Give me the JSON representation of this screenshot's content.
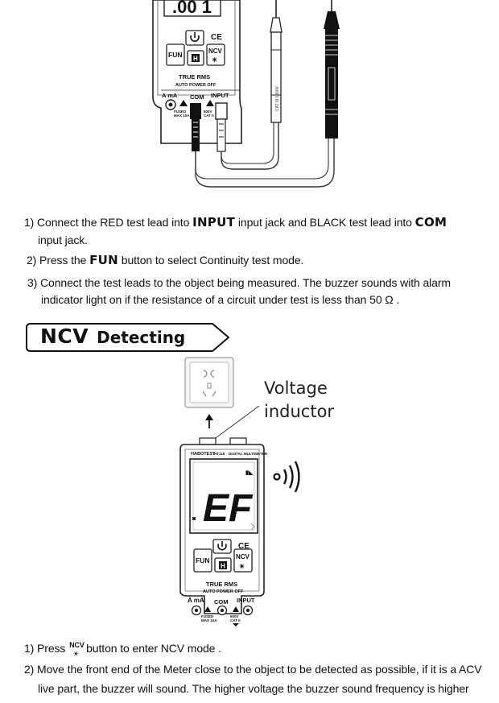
{
  "top_meter": {
    "button_fun": "FUN",
    "button_hold": "H",
    "button_ncv": "NCV",
    "ce_mark": "CE",
    "true_rms": "TRUE RMS",
    "auto_power_off": "AUTO POWER OFF",
    "jack_a_ma": "A  mA",
    "jack_com": "COM",
    "jack_input": "INPUT",
    "fused_label": "FUSED",
    "fused_rating": "MAX 10A",
    "cat_label": "600V",
    "cat_rating": "CAT II"
  },
  "continuity_steps": {
    "s1_pre": "1) Connect the RED test lead into ",
    "s1_kw1": "INPUT",
    "s1_mid": " input jack and BLACK test lead into ",
    "s1_kw2": "COM",
    "s1_cont": "input jack.",
    "s2_pre": "2) Press the ",
    "s2_kw": "FUN",
    "s2_post": " button to select Continuity test mode.",
    "s3_line1": "3) Connect the test leads to the object  being measured. The buzzer sounds with alarm",
    "s3_line2": "indicator light on if the  resistance of a circuit under test is  less than 50 Ω ."
  },
  "ncv_heading": {
    "big": "NCV",
    "small": "Detecting"
  },
  "callout": {
    "line1": "Voltage",
    "line2": "inductor"
  },
  "ncv_meter": {
    "brand": "HABOTEST",
    "model": "HT118",
    "subtitle": "DIGITAL MULTIMETER",
    "display_value": "EF",
    "button_fun": "FUN",
    "button_hold": "H",
    "button_ncv": "NCV",
    "ce_mark": "CE",
    "true_rms": "TRUE RMS",
    "auto_power_off": "AUTO POWER OFF",
    "jack_a_ma": "A  mA",
    "jack_com": "COM",
    "jack_input": "INPUT",
    "fused_label": "FUSED",
    "fused_rating": "MAX 10A",
    "cat_label": "600V",
    "cat_rating": "CAT II"
  },
  "ncv_steps": {
    "s1_pre": "1) Press ",
    "s1_icon_label": "NCV",
    "s1_post": "button to enter NCV mode .",
    "s2_line1": "2) Move the front end of the Meter close to the object to be detected as possible, if it is a ACV",
    "s2_line2": "live part, the buzzer will sound. The higher voltage the buzzer sound frequency is higher"
  },
  "icons": [
    "power-icon",
    "hold-icon",
    "ncv-light-icon",
    "warning-triangle-icon",
    "wave-signal-icon",
    "up-arrow-icon",
    "socket-icon"
  ]
}
